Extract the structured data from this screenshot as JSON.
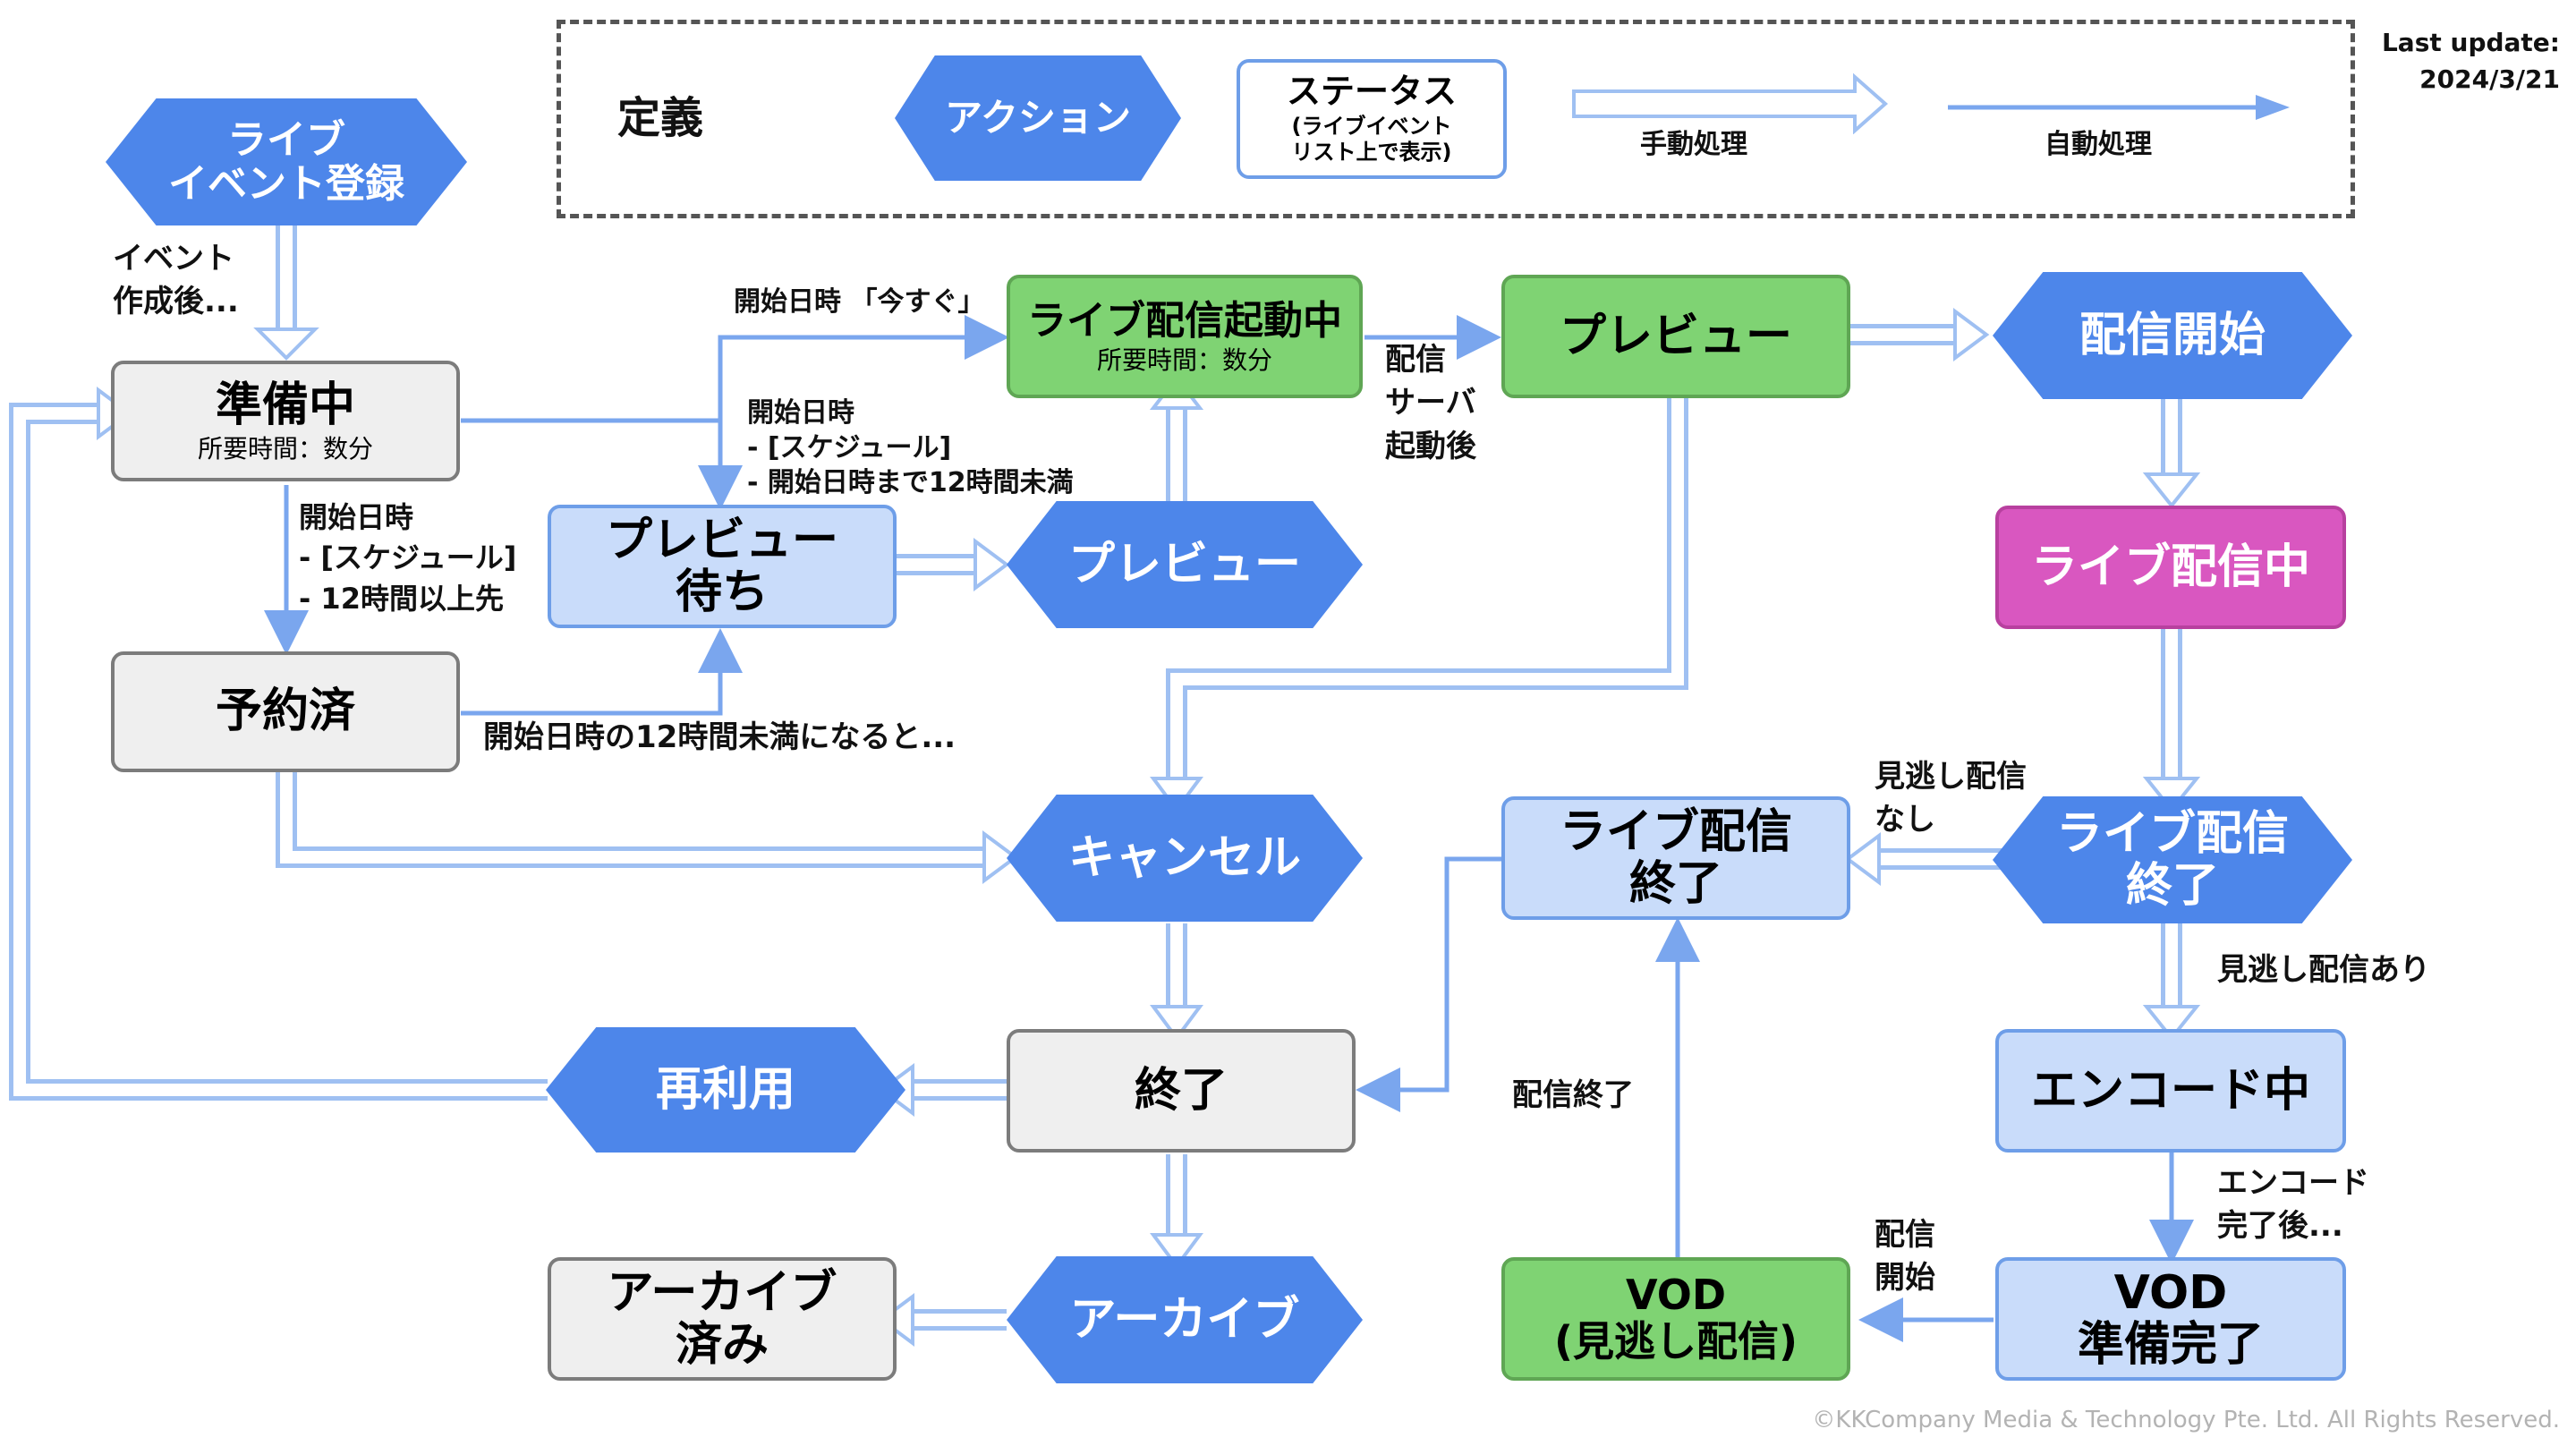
{
  "legend": {
    "title": "定義",
    "action": "アクション",
    "status_main": "ステータス",
    "status_sub": "(ライブイベント\nリスト上で表示)",
    "manual": "手動処理",
    "auto": "自動処理"
  },
  "last_update": {
    "label": "Last update:",
    "date": "2024/3/21"
  },
  "nodes": {
    "register": "ライブ\nイベント登録",
    "preparing": "準備中",
    "preparing_sub": "所要時間：数分",
    "reserved": "予約済",
    "preview_wait": "プレビュー\n待ち",
    "preview_action": "プレビュー",
    "launching": "ライブ配信起動中",
    "launching_sub": "所要時間：数分",
    "preview_status": "プレビュー",
    "start_stream": "配信開始",
    "live": "ライブ配信中",
    "end_live_action": "ライブ配信\n終了",
    "end_live_status": "ライブ配信\n終了",
    "encoding": "エンコード中",
    "vod_ready": "VOD\n準備完了",
    "vod": "VOD\n(見逃し配信)",
    "cancel": "キャンセル",
    "finished": "終了",
    "reuse": "再利用",
    "archive_action": "アーカイブ",
    "archived": "アーカイブ\n済み"
  },
  "edge_labels": {
    "after_create": "イベント\n作成後...",
    "start_now": "開始日時 「今すぐ」",
    "sched_under12": "開始日時\n- [スケジュール]\n- 開始日時まで12時間未満",
    "sched_over12": "開始日時\n- [スケジュール]\n- 12時間以上先",
    "within12": "開始日時の12時間未満になると...",
    "server_up": "配信\nサーバ\n起動後",
    "no_catchup": "見逃し配信\nなし",
    "with_catchup": "見逃し配信あり",
    "after_encode": "エンコード\n完了後...",
    "stream_start": "配信\n開始",
    "stream_end": "配信終了"
  },
  "colors": {
    "action_blue": "#4d86ea",
    "manual_arrow": "#9fc0f2",
    "auto_arrow": "#7aa6ee",
    "live_pink": "#d957c0",
    "green": "#7fd373"
  },
  "copyright": "©KKCompany Media & Technology Pte. Ltd. All Rights Reserved."
}
